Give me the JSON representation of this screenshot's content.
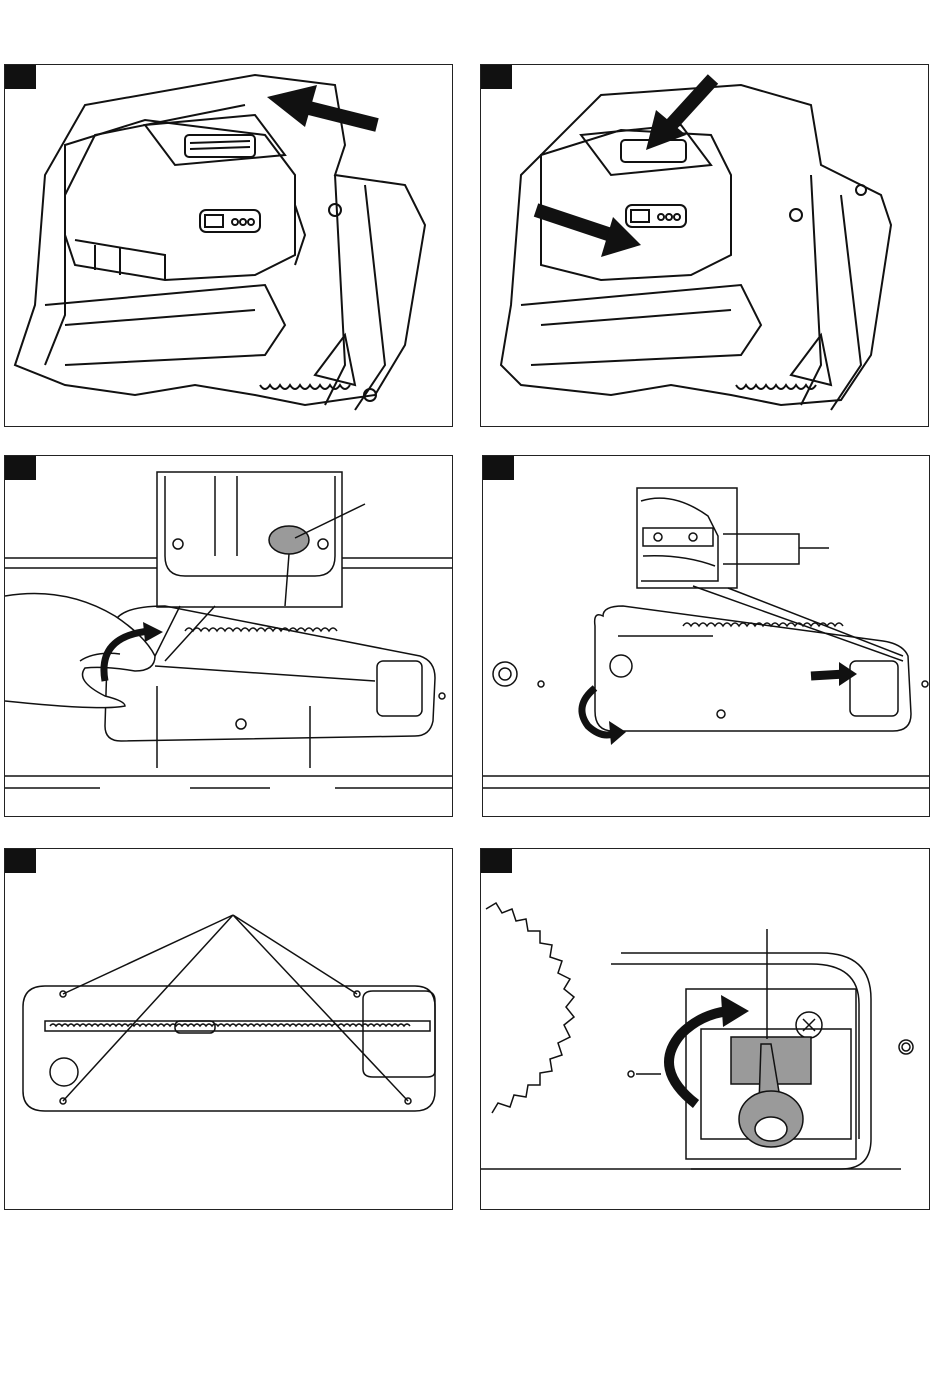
{
  "figures": [
    {
      "id": "battery-insert",
      "step_visible": false
    },
    {
      "id": "battery-remove",
      "step_visible": false
    },
    {
      "id": "throat-plate-remove",
      "step_visible": false
    },
    {
      "id": "throat-plate-latch",
      "step_visible": false
    },
    {
      "id": "throat-plate-screws",
      "step_visible": false
    },
    {
      "id": "riving-knife-lever",
      "step_visible": false
    }
  ],
  "colors": {
    "line": "#111111",
    "panel_border": "#222222",
    "fill_gray": "#9a9a9a",
    "tag": "#111111"
  },
  "icons": [
    "arrow-icon",
    "curved-arrow-icon",
    "battery-icon",
    "saw-blade-icon",
    "screw-icon",
    "lever-icon"
  ]
}
